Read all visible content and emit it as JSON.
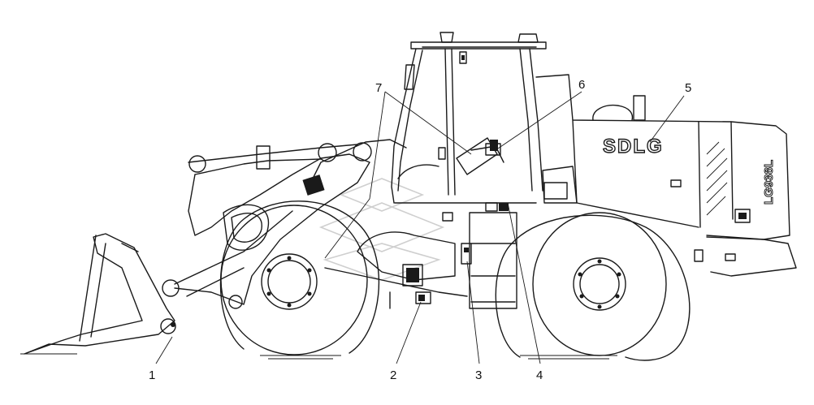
{
  "brand_text": "SDLG",
  "model_text": "LG938L",
  "callouts": [
    {
      "id": "1",
      "label": "1"
    },
    {
      "id": "2",
      "label": "2"
    },
    {
      "id": "3",
      "label": "3"
    },
    {
      "id": "4",
      "label": "4"
    },
    {
      "id": "5",
      "label": "5"
    },
    {
      "id": "6",
      "label": "6"
    },
    {
      "id": "7",
      "label": "7"
    }
  ]
}
